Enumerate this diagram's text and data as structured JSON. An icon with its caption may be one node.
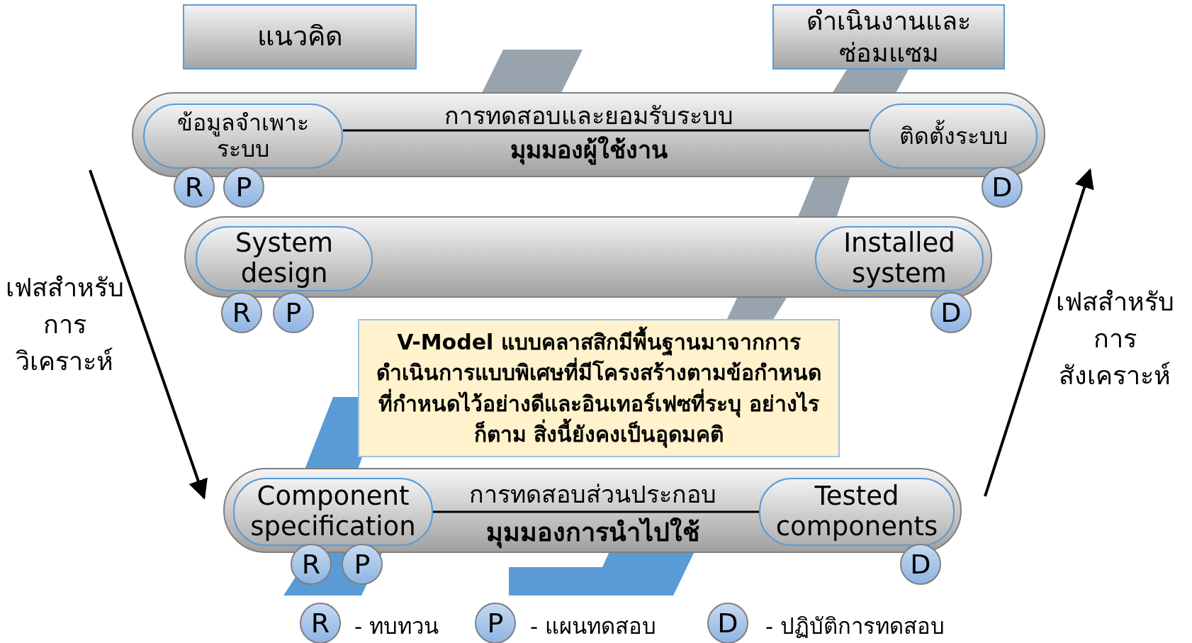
{
  "diagram": {
    "nodes": [
      {
        "text": [
          "แนวคิด"
        ]
      },
      {
        "text": [
          "ดำเนินงานและซ่อมแซม"
        ]
      },
      {
        "text": [
          "การทดสอบและยอมรับระบบ",
          "มุมมองผู้ใช้งาน"
        ]
      },
      {
        "text": [
          "ข้อมูลจำเพาะระบบ"
        ],
        "in": 2
      },
      {
        "text": [
          "ติดตั้งระบบ"
        ],
        "in": 2
      },
      {
        "text": [
          "R"
        ]
      },
      {
        "text": [
          "P"
        ]
      },
      {
        "text": [
          "D"
        ]
      },
      {
        "text": [],
        "shape": "box"
      },
      {
        "text": [
          "System design"
        ],
        "in": 8
      },
      {
        "text": [
          "Installed system"
        ],
        "in": 8
      },
      {
        "text": [
          "R"
        ]
      },
      {
        "text": [
          "P"
        ]
      },
      {
        "text": [
          "D"
        ]
      },
      {
        "text": [
          "V-Model แบบคลาสสิกมีพื้นฐานมาจากการดำเนินการแบบพิเศษที่มีโครงสร้างตามข้อกำหนดที่กำหนดไว้อย่างดีและอินเทอร์เฟซที่ระบุ อย่างไรก็ตาม สิ่งนี้ยังคงเป็นอุดมคติ"
        ]
      },
      {
        "text": [
          "การทดสอบส่วนประกอบ",
          "มุมมองการนำไปใช้"
        ]
      },
      {
        "text": [
          "Component specification"
        ],
        "in": 15
      },
      {
        "text": [
          "Tested components"
        ],
        "in": 15
      },
      {
        "text": [
          "R"
        ]
      },
      {
        "text": [
          "P"
        ]
      },
      {
        "text": [
          "D"
        ]
      }
    ],
    "edges": [
      {
        "from": 3,
        "to": 4,
        "arrow": "none"
      },
      {
        "from": 16,
        "to": 17,
        "arrow": "none"
      }
    ],
    "labels": [
      "เฟสสำหรับการวิเคราะห์",
      "เฟสสำหรับการสังเคราะห์",
      "R",
      "P",
      "D"
    ],
    "legend": [
      {
        "text": "- ทบทวน"
      },
      {
        "text": "- แผนทดสอบ"
      },
      {
        "text": "- ปฏิบัติการทดสอบ"
      }
    ]
  }
}
